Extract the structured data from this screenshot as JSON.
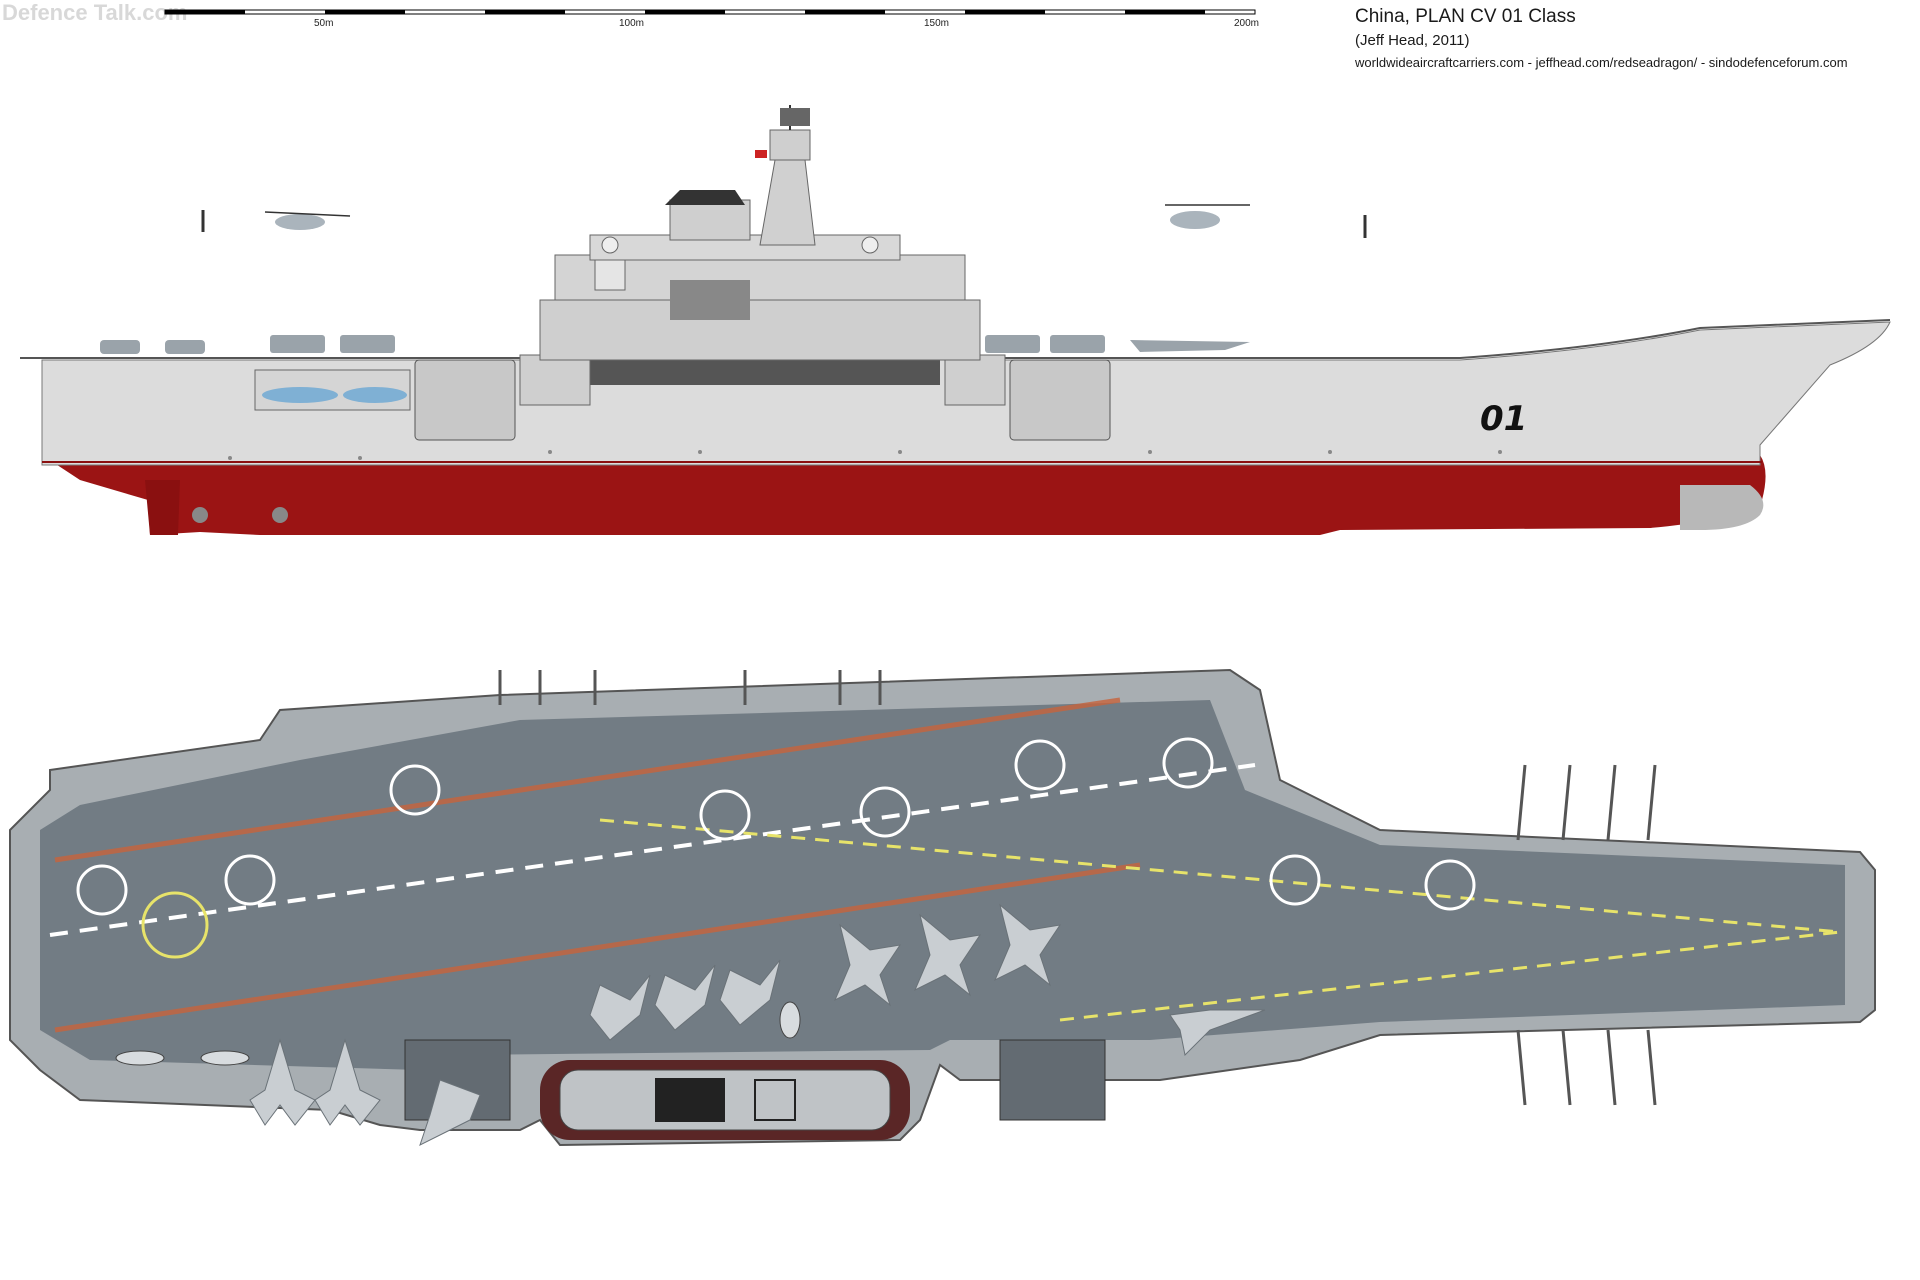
{
  "header": {
    "title": "China, PLAN CV 01  Class",
    "author": "(Jeff Head, 2011)",
    "sources": "worldwideaircraftcarriers.com - jeffhead.com/redseadragon/ - sindodefenceforum.com"
  },
  "watermark": "Defence Talk.com",
  "scale_bar": {
    "ticks": [
      "50m",
      "100m",
      "150m",
      "200m"
    ]
  },
  "profile_view": {
    "hull_number": "01"
  },
  "colors": {
    "hull_grey": "#dcdcdc",
    "hull_red": "#9b1414",
    "deck_grey": "#727c84",
    "deck_line_white": "#ffffff",
    "deck_line_yellow": "#e7e36a",
    "deck_line_orange": "#c8643c",
    "superstructure": "#cfcfcf"
  }
}
